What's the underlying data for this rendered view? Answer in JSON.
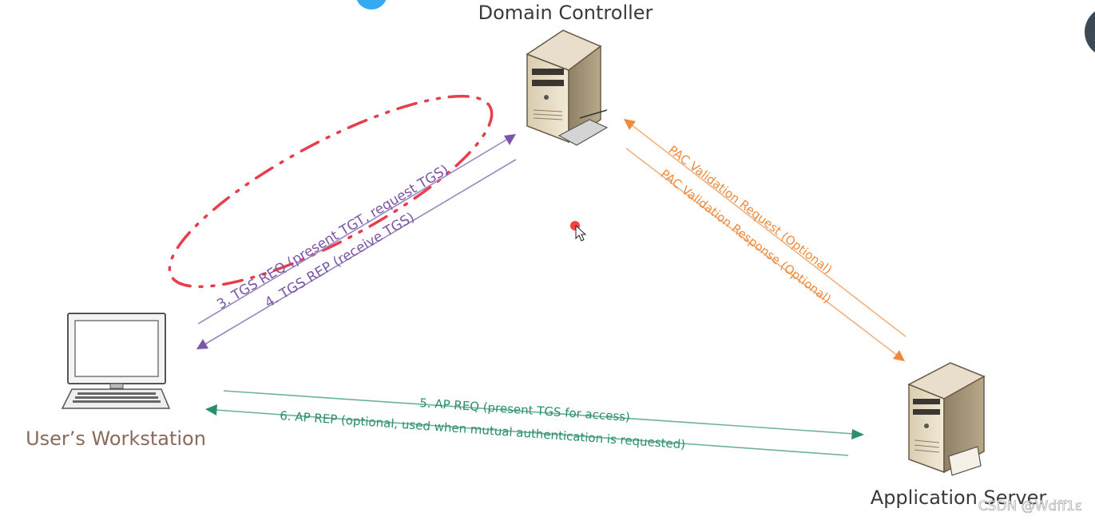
{
  "nodes": {
    "domain_controller": "Domain Controller",
    "workstation": "User’s Workstation",
    "app_server": "Application Server"
  },
  "arrows": {
    "tgs_req": "3. TGS REQ (present TGT, request TGS)",
    "tgs_rep": "4. TGS REP (receive TGS)",
    "pac_req": "PAC Validation Request (Optional)",
    "pac_rep": "PAC Validation Response (Optional)",
    "ap_req": "5. AP REQ (present TGS for access)",
    "ap_rep": "6. AP REP (optional, used when mutual authentication is requested)"
  },
  "watermark": "CSDN @Wdff1ε",
  "colors": {
    "tgs": "#7b56a8",
    "pac": "#ef8a3c",
    "ap": "#2a8f6a",
    "highlight": "#e83d4a",
    "node_label": "#3a3a3a",
    "workstation_label": "#8a6a5a"
  }
}
